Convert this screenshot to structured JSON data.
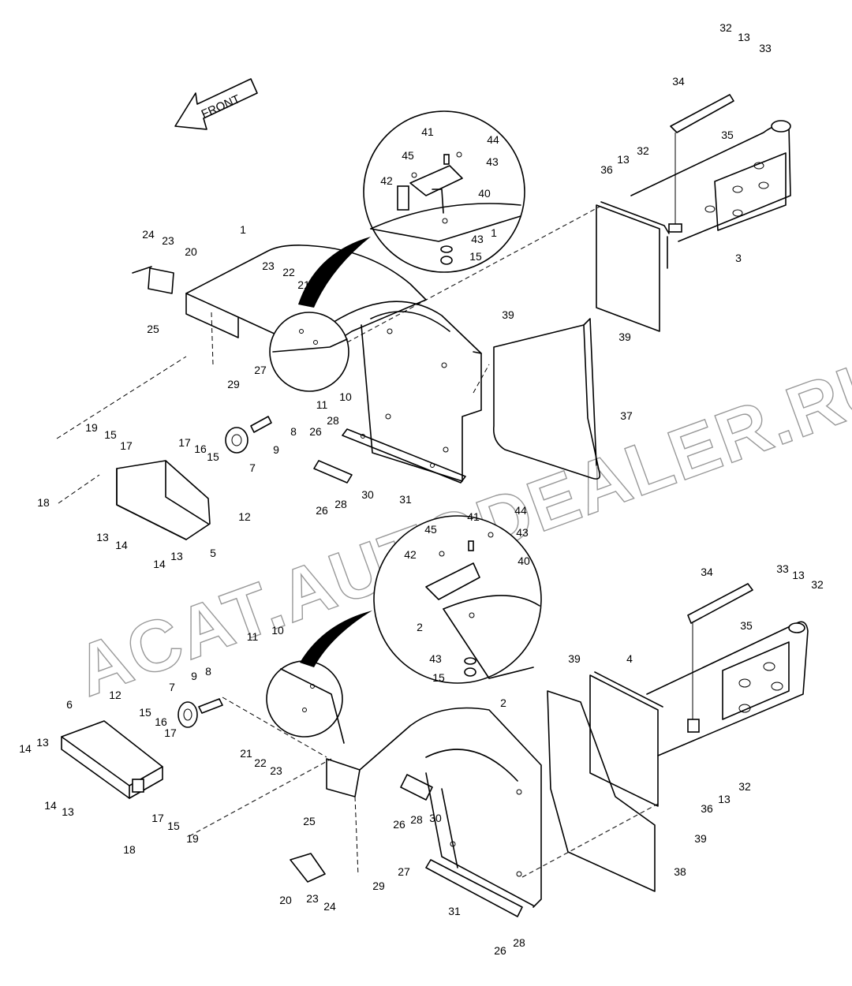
{
  "direction_label": "FRONT",
  "watermark": "ACAT.AUTODEALER.RU",
  "colors": {
    "line": "#000000",
    "background": "#ffffff",
    "watermark": "#777777"
  },
  "callouts": {
    "c1": "1",
    "c2": "2",
    "c3": "3",
    "c4": "4",
    "c5": "5",
    "c6": "6",
    "c7": "7",
    "c8": "8",
    "c9": "9",
    "c10": "10",
    "c11": "11",
    "c12": "12",
    "c13": "13",
    "c14": "14",
    "c15": "15",
    "c16": "16",
    "c17": "17",
    "c18": "18",
    "c19": "19",
    "c20": "20",
    "c21": "21",
    "c22": "22",
    "c23": "23",
    "c24": "24",
    "c25": "25",
    "c26": "26",
    "c27": "27",
    "c28": "28",
    "c29": "29",
    "c30": "30",
    "c31": "31",
    "c32": "32",
    "c33": "33",
    "c34": "34",
    "c35": "35",
    "c36": "36",
    "c37": "37",
    "c38": "38",
    "c39": "39",
    "c40": "40",
    "c41": "41",
    "c42": "42",
    "c43": "43",
    "c44": "44",
    "c45": "45"
  }
}
